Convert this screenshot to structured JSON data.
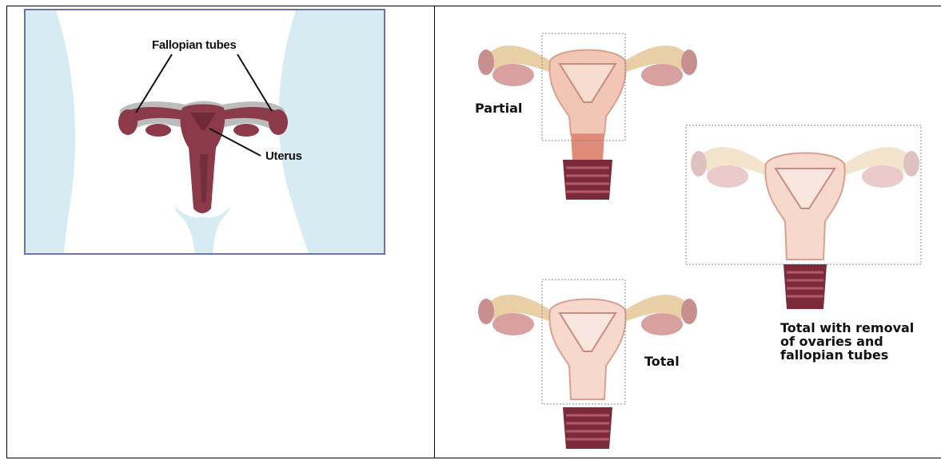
{
  "left_figure": {
    "label_fallopian_tubes": "Fallopian tubes",
    "label_uterus": "Uterus"
  },
  "right_figure": {
    "label_partial": "Partial",
    "label_total": "Total",
    "label_total_removal_line1": "Total with removal",
    "label_total_removal_line2": "of ovaries and",
    "label_total_removal_line3": "fallopian tubes"
  },
  "colors": {
    "panel_border": "#6e72a8",
    "body_background": "#d6ecf2",
    "uterus_dark": "#8b3a4a",
    "anatomy_light": "#f2c6b4",
    "anatomy_tubes": "#e9cfa6",
    "cervix_stripes": "#7a2a3a"
  }
}
